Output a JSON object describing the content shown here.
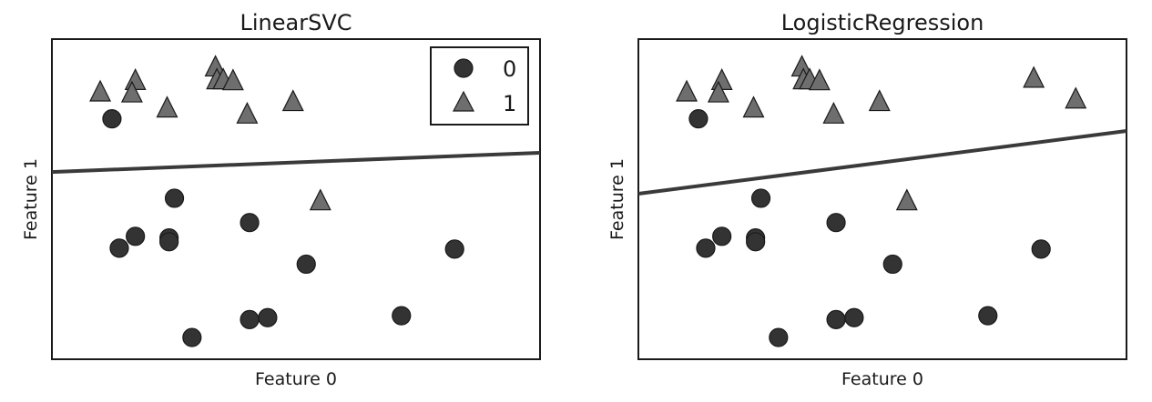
{
  "colors": {
    "class0_fill": "#333333",
    "class1_fill": "#6e6e6e",
    "marker_edge": "#1a1a1a",
    "decision_line": "#3a3a3a"
  },
  "chart_data": [
    {
      "type": "scatter",
      "title": "LinearSVC",
      "xlabel": "Feature 0",
      "ylabel": "Feature 1",
      "xlim": [
        0,
        100
      ],
      "ylim": [
        0,
        100
      ],
      "grid": false,
      "legend": {
        "placement": "top-right",
        "entries": [
          {
            "label": "0",
            "marker": "circle"
          },
          {
            "label": "1",
            "marker": "triangle"
          }
        ]
      },
      "decision_boundary": {
        "x": [
          0,
          100
        ],
        "y": [
          58.5,
          64.5
        ]
      },
      "series": [
        {
          "name": "0",
          "marker": "circle",
          "points": [
            {
              "x": 12.3,
              "y": 75.1
            },
            {
              "x": 25.1,
              "y": 50.3
            },
            {
              "x": 40.5,
              "y": 42.7
            },
            {
              "x": 17.1,
              "y": 38.4
            },
            {
              "x": 24.0,
              "y": 37.9
            },
            {
              "x": 24.0,
              "y": 36.7
            },
            {
              "x": 13.8,
              "y": 34.7
            },
            {
              "x": 52.1,
              "y": 29.7
            },
            {
              "x": 82.5,
              "y": 34.4
            },
            {
              "x": 40.5,
              "y": 12.4
            },
            {
              "x": 44.2,
              "y": 13.0
            },
            {
              "x": 71.6,
              "y": 13.6
            },
            {
              "x": 28.7,
              "y": 6.8
            }
          ]
        },
        {
          "name": "1",
          "marker": "triangle",
          "points": [
            {
              "x": 9.9,
              "y": 83.8
            },
            {
              "x": 17.1,
              "y": 87.4
            },
            {
              "x": 16.4,
              "y": 83.5
            },
            {
              "x": 23.6,
              "y": 78.8
            },
            {
              "x": 33.5,
              "y": 91.6
            },
            {
              "x": 33.8,
              "y": 87.6
            },
            {
              "x": 35.1,
              "y": 87.6
            },
            {
              "x": 37.1,
              "y": 87.3
            },
            {
              "x": 40.0,
              "y": 76.9
            },
            {
              "x": 49.4,
              "y": 80.8
            },
            {
              "x": 55.0,
              "y": 49.8
            }
          ]
        }
      ]
    },
    {
      "type": "scatter",
      "title": "LogisticRegression",
      "xlabel": "Feature 0",
      "ylabel": "Feature 1",
      "xlim": [
        0,
        100
      ],
      "ylim": [
        0,
        100
      ],
      "grid": false,
      "decision_boundary": {
        "x": [
          0,
          100
        ],
        "y": [
          51.7,
          71.3
        ]
      },
      "series": [
        {
          "name": "0",
          "marker": "circle",
          "points": [
            {
              "x": 12.3,
              "y": 75.1
            },
            {
              "x": 25.1,
              "y": 50.3
            },
            {
              "x": 40.5,
              "y": 42.7
            },
            {
              "x": 17.1,
              "y": 38.4
            },
            {
              "x": 24.0,
              "y": 37.9
            },
            {
              "x": 24.0,
              "y": 36.7
            },
            {
              "x": 13.8,
              "y": 34.7
            },
            {
              "x": 52.1,
              "y": 29.7
            },
            {
              "x": 82.5,
              "y": 34.4
            },
            {
              "x": 40.5,
              "y": 12.4
            },
            {
              "x": 44.2,
              "y": 13.0
            },
            {
              "x": 71.6,
              "y": 13.6
            },
            {
              "x": 28.7,
              "y": 6.8
            }
          ]
        },
        {
          "name": "1",
          "marker": "triangle",
          "points": [
            {
              "x": 9.9,
              "y": 83.8
            },
            {
              "x": 17.1,
              "y": 87.4
            },
            {
              "x": 16.4,
              "y": 83.5
            },
            {
              "x": 23.6,
              "y": 78.8
            },
            {
              "x": 33.5,
              "y": 91.6
            },
            {
              "x": 33.8,
              "y": 87.6
            },
            {
              "x": 35.1,
              "y": 87.6
            },
            {
              "x": 37.1,
              "y": 87.3
            },
            {
              "x": 40.0,
              "y": 76.9
            },
            {
              "x": 49.4,
              "y": 80.8
            },
            {
              "x": 55.0,
              "y": 49.8
            },
            {
              "x": 81.0,
              "y": 88.1
            },
            {
              "x": 89.6,
              "y": 81.6
            }
          ]
        }
      ]
    }
  ]
}
